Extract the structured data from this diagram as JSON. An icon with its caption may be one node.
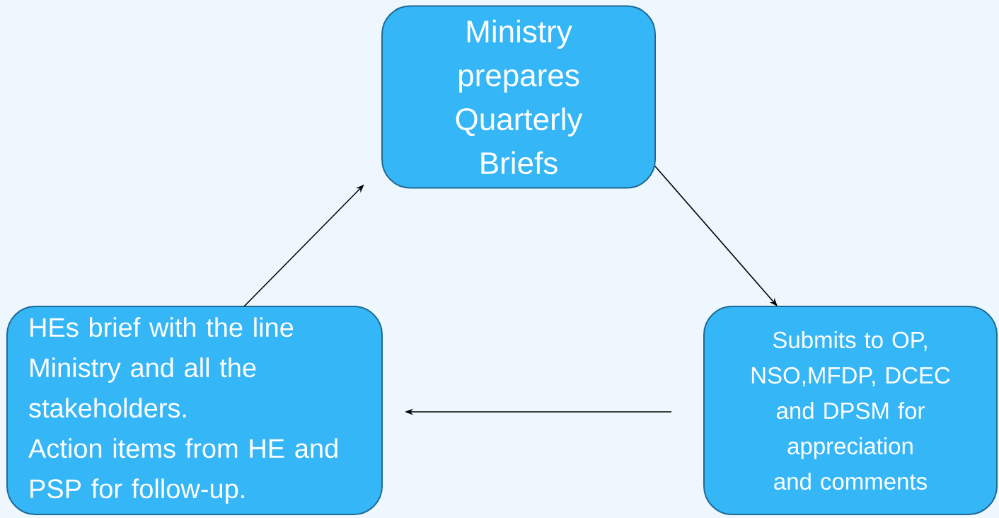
{
  "diagram": {
    "nodes": [
      {
        "text": [
          "Ministry prepares Quarterly Briefs"
        ]
      },
      {
        "text": [
          "Submits to OP, NSO,MFDP, DCEC and DPSM for appreciation and comments"
        ]
      },
      {
        "text": [
          "HEs brief with the line Ministry and all the stakeholders.",
          "Action items from HE and PSP for follow-up."
        ]
      }
    ],
    "edges": [
      {
        "from": 0,
        "to": 1,
        "arrow": "to"
      },
      {
        "from": 1,
        "to": 2,
        "arrow": "to"
      },
      {
        "from": 2,
        "to": 0,
        "arrow": "to"
      }
    ]
  }
}
